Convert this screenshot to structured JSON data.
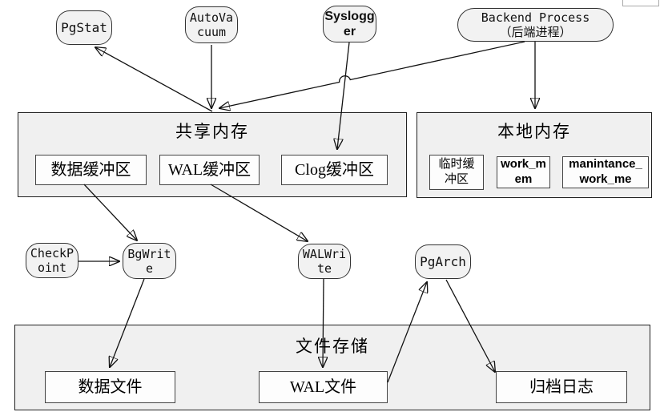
{
  "process_nodes": {
    "pgstat": "PgStat",
    "autovacuum": "AutoVa\ncuum",
    "syslogger": "Syslogg\ner",
    "backend": "Backend Process\n（后端进程）",
    "checkpoint": "CheckP\noint",
    "bgwriter": "BgWrit\ne",
    "walwriter": "WALWri\nte",
    "pgarch": "PgArch"
  },
  "shared_memory": {
    "title": "共享内存",
    "buffers": [
      "数据缓冲区",
      "WAL缓冲区",
      "Clog缓冲区"
    ]
  },
  "local_memory": {
    "title": "本地内存",
    "areas": [
      "临时缓\n冲区",
      "work_m\nem",
      "manintance_\nwork_me"
    ]
  },
  "file_storage": {
    "title": "文件存储",
    "files": [
      "数据文件",
      "WAL文件",
      "归档日志"
    ]
  },
  "colors": {
    "region_fill": "#f0f0f0",
    "node_fill": "#f2f2f2",
    "inner_fill": "#fdfdfd",
    "line": "#111111"
  }
}
